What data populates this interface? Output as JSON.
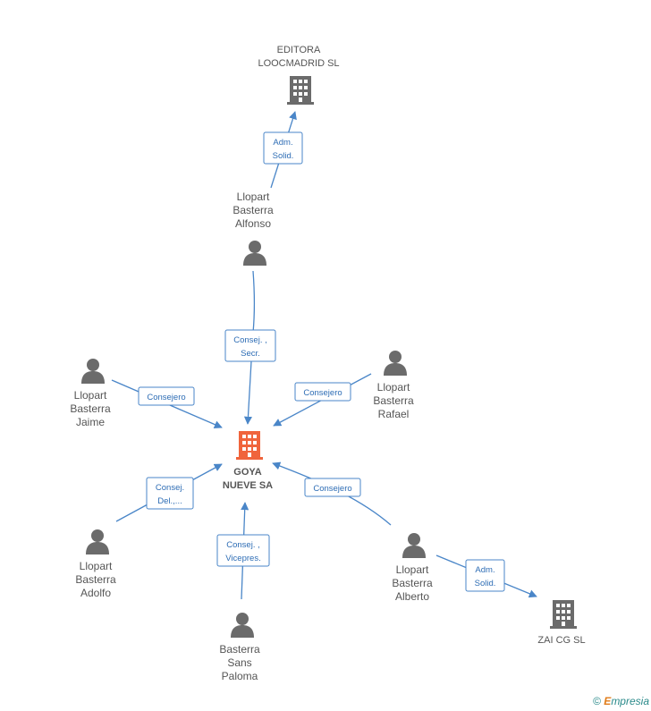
{
  "nodes": {
    "editora": {
      "lines": [
        "EDITORA",
        "LOOCMADRID SL"
      ],
      "kind": "company"
    },
    "alfonso": {
      "lines": [
        "Llopart",
        "Basterra",
        "Alfonso"
      ],
      "kind": "person"
    },
    "jaime": {
      "lines": [
        "Llopart",
        "Basterra",
        "Jaime"
      ],
      "kind": "person"
    },
    "rafael": {
      "lines": [
        "Llopart",
        "Basterra",
        "Rafael"
      ],
      "kind": "person"
    },
    "goya": {
      "lines": [
        "GOYA",
        "NUEVE SA"
      ],
      "kind": "main-company"
    },
    "adolfo": {
      "lines": [
        "Llopart",
        "Basterra",
        "Adolfo"
      ],
      "kind": "person"
    },
    "paloma": {
      "lines": [
        "Basterra",
        "Sans",
        "Paloma"
      ],
      "kind": "person"
    },
    "alberto": {
      "lines": [
        "Llopart",
        "Basterra",
        "Alberto"
      ],
      "kind": "person"
    },
    "zaicg": {
      "lines": [
        "ZAI CG  SL"
      ],
      "kind": "company"
    }
  },
  "edges": [
    {
      "id": "alfonso-editora",
      "lines": [
        "Adm.",
        "Solid."
      ]
    },
    {
      "id": "alfonso-goya",
      "lines": [
        "Consej. ,",
        "Secr."
      ]
    },
    {
      "id": "jaime-goya",
      "lines": [
        "Consejero"
      ]
    },
    {
      "id": "rafael-goya",
      "lines": [
        "Consejero"
      ]
    },
    {
      "id": "adolfo-goya",
      "lines": [
        "Consej.",
        "Del.,..."
      ]
    },
    {
      "id": "paloma-goya",
      "lines": [
        "Consej. ,",
        "Vicepres."
      ]
    },
    {
      "id": "alberto-goya",
      "lines": [
        "Consejero"
      ]
    },
    {
      "id": "alberto-zaicg",
      "lines": [
        "Adm.",
        "Solid."
      ]
    }
  ],
  "colors": {
    "edge": "#4a86c8",
    "icon": "#6b6b6b",
    "main_icon": "#f0643c",
    "text": "#555555"
  },
  "watermark": {
    "symbol": "©",
    "e": "E",
    "rest": "mpresia"
  }
}
